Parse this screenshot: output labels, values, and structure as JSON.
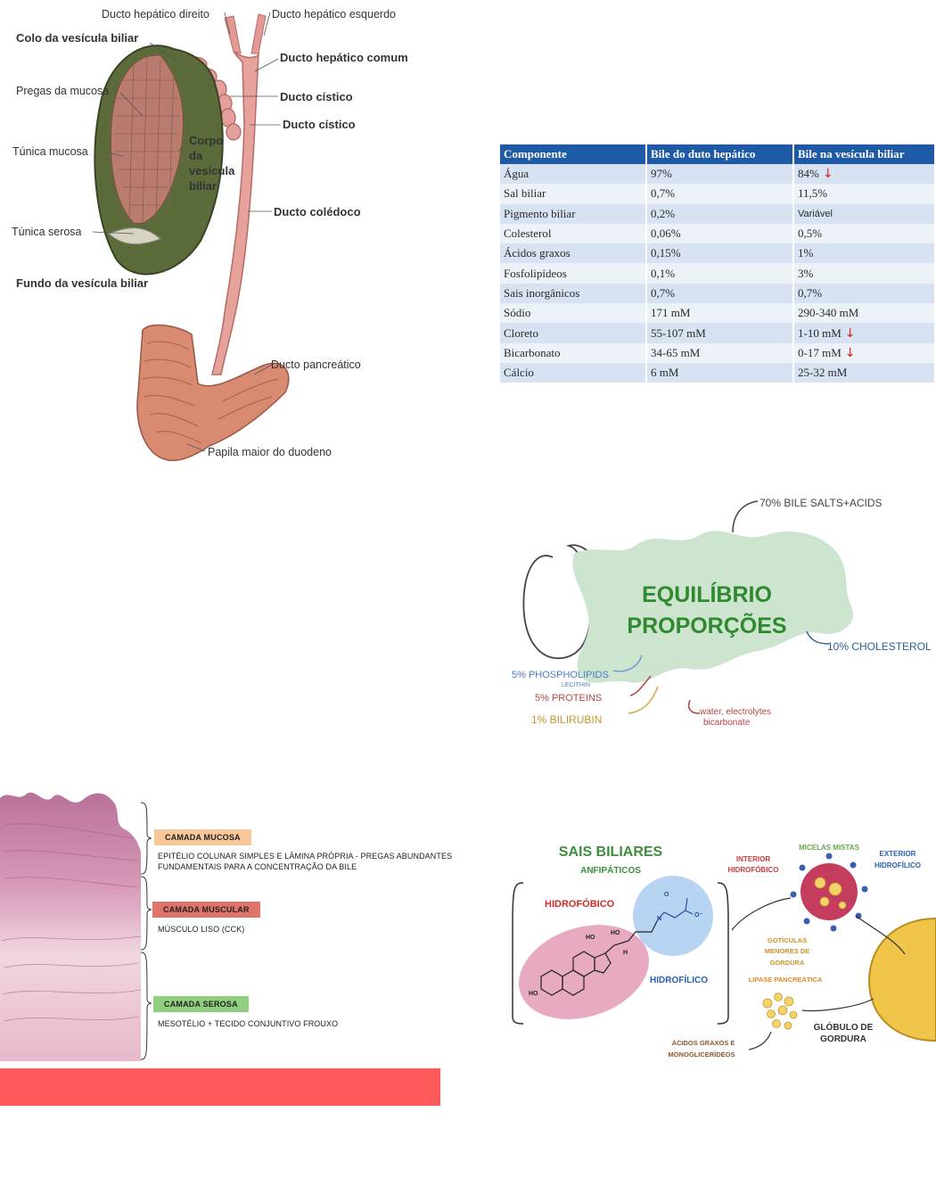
{
  "anatomy": {
    "labels": {
      "ducto_hepatico_direito": "Ducto hepático direito",
      "ducto_hepatico_esquerdo": "Ducto hepático esquerdo",
      "colo": "Colo da vesícula biliar",
      "ducto_hepatico_comum": "Ducto hepático comum",
      "pregas": "Pregas da mucosa",
      "ducto_cistico_1": "Ducto cístico",
      "ducto_cistico_2": "Ducto cístico",
      "corpo_1": "Corpo",
      "corpo_2": "da",
      "corpo_3": "vesícula",
      "corpo_4": "biliar",
      "tunica_mucosa": "Túnica mucosa",
      "ducto_coledoco": "Ducto colédoco",
      "tunica_serosa": "Túnica serosa",
      "fundo": "Fundo da vesícula biliar",
      "ducto_pancreatico": "Ducto pancreático",
      "papila": "Papila maior do duodeno"
    }
  },
  "table": {
    "headers": [
      "Componente",
      "Bile do duto hepático",
      "Bile na vesícula biliar"
    ],
    "rows": [
      {
        "c": "Água",
        "h": "97%",
        "v": "84%",
        "arrow": "down"
      },
      {
        "c": "Sal biliar",
        "h": "0,7%",
        "v": "11,5%"
      },
      {
        "c": "Pigmento biliar",
        "h": "0,2%",
        "v": "Variável"
      },
      {
        "c": "Colesterol",
        "h": "0,06%",
        "v": "0,5%"
      },
      {
        "c": "Ácidos graxos",
        "h": "0,15%",
        "v": "1%"
      },
      {
        "c": "Fosfolipídeos",
        "h": "0,1%",
        "v": "3%"
      },
      {
        "c": "Sais inorgânicos",
        "h": "0,7%",
        "v": "0,7%"
      },
      {
        "c": "Sódio",
        "h": "171 mM",
        "v": "290-340 mM"
      },
      {
        "c": "Cloreto",
        "h": "55-107 mM",
        "v": "1-10 mM",
        "arrow": "down"
      },
      {
        "c": "Bicarbonato",
        "h": "34-65 mM",
        "v": "0-17 mM",
        "arrow": "down"
      },
      {
        "c": "Cálcio",
        "h": "6 mM",
        "v": "25-32 mM"
      }
    ],
    "arrow_glyph": "↓",
    "arrow_color": "#e01b1b",
    "header_color": "#1f5aa6"
  },
  "proportions": {
    "title_1": "EQUILÍBRIO",
    "title_2": "PROPORÇÕES",
    "bile_salts": "70% BILE SALTS+ACIDS",
    "cholesterol": "10% CHOLESTEROL",
    "phospholipids": "5% PHOSPHOLIPIDS",
    "lecithin": "LECITHIN",
    "proteins": "5% PROTEINS",
    "bilirubin": "1% BILIRUBIN",
    "water_1": "water, electrolytes",
    "water_2": "bicarbonate",
    "blob_color": "#cde4cf",
    "title_color": "#2f8a2f"
  },
  "histology": {
    "mucosa_label": "CAMADA MUCOSA",
    "mucosa_desc_1": "EPITÉLIO COLUNAR SIMPLES E LÂMINA PRÓPRIA - PREGAS ABUNDANTES",
    "mucosa_desc_2": "FUNDAMENTAIS PARA A CONCENTRAÇÃO DA BILE",
    "muscular_label": "CAMADA MUSCULAR",
    "muscular_desc": "MÚSCULO LISO (CCK)",
    "serosa_label": "CAMADA SEROSA",
    "serosa_desc": "MESOTÉLIO + TECIDO CONJUNTIVO FROUXO",
    "colors": {
      "mucosa": "#f9c79a",
      "muscular": "#e0736a",
      "serosa": "#8fcf7f",
      "bar": "#ff5a5a"
    }
  },
  "salts": {
    "title": "SAIS BILIARES",
    "subtitle": "ANFIPÁTICOS",
    "hidrofobico": "HIDROFÓBICO",
    "hidrofilico": "HIDROFÍLICO",
    "interior_1": "INTERIOR",
    "interior_2": "HIDROFÓBICO",
    "micelas": "MICELAS MISTAS",
    "exterior_1": "EXTERIOR",
    "exterior_2": "HIDROFÍLICO",
    "goticulas_1": "GOTÍCULAS",
    "goticulas_2": "MENORES DE",
    "goticulas_3": "GORDURA",
    "lipase": "LIPASE PANCREÁTICA",
    "globulo_1": "GLÓBULO DE",
    "globulo_2": "GORDURA",
    "acidos_1": "ÁCIDOS GRAXOS E",
    "acidos_2": "MONOGLICERÍDEOS",
    "chem": {
      "ho1": "HO",
      "ho2": "HO",
      "ho3": "HO",
      "h": "H",
      "n": "N",
      "o": "O",
      "o_minus": "O⁻"
    }
  }
}
